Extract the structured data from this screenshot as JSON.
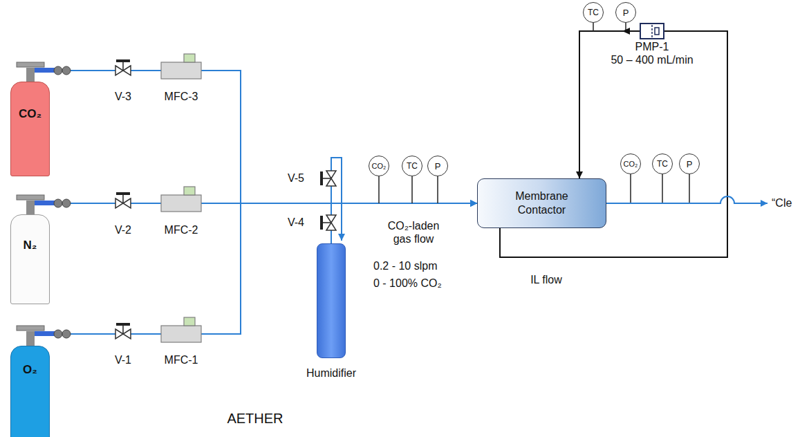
{
  "diagram": {
    "nodes": [
      {
        "text": [
          "CO₂"
        ]
      },
      {
        "text": [
          "N₂"
        ]
      },
      {
        "text": [
          "O₂"
        ]
      },
      {
        "text": [
          "Humidifier"
        ]
      },
      {
        "text": [
          "CO₂"
        ]
      },
      {
        "text": [
          "TC"
        ]
      },
      {
        "text": [
          "P"
        ]
      },
      {
        "text": [
          "Membrane Contactor"
        ]
      },
      {
        "text": [
          "TC"
        ]
      },
      {
        "text": [
          "P"
        ]
      },
      {
        "text": [
          "PMP-1",
          "50 – 400 mL/min"
        ]
      },
      {
        "text": [
          "CO₂"
        ]
      },
      {
        "text": [
          "TC"
        ]
      },
      {
        "text": [
          "P"
        ]
      }
    ],
    "edges": [
      {
        "from": 0,
        "to": 7,
        "arrow": "to"
      },
      {
        "from": 1,
        "to": 7,
        "arrow": "to"
      },
      {
        "from": 2,
        "to": 7,
        "arrow": "to"
      },
      {
        "from": 3,
        "to": 7,
        "arrow": "to"
      },
      {
        "from": 7,
        "to": 10,
        "label": "IL flow",
        "arrow": "none"
      },
      {
        "from": 10,
        "to": 7,
        "arrow": "to"
      }
    ],
    "labels": [
      "V-3",
      "MFC-3",
      "V-2",
      "MFC-2",
      "V-1",
      "MFC-1",
      "V-5",
      "V-4",
      "CO₂-laden gas flow",
      "0.2 - 10 slpm",
      "0 - 100% CO₂",
      "“Cle",
      "AETHER"
    ]
  }
}
